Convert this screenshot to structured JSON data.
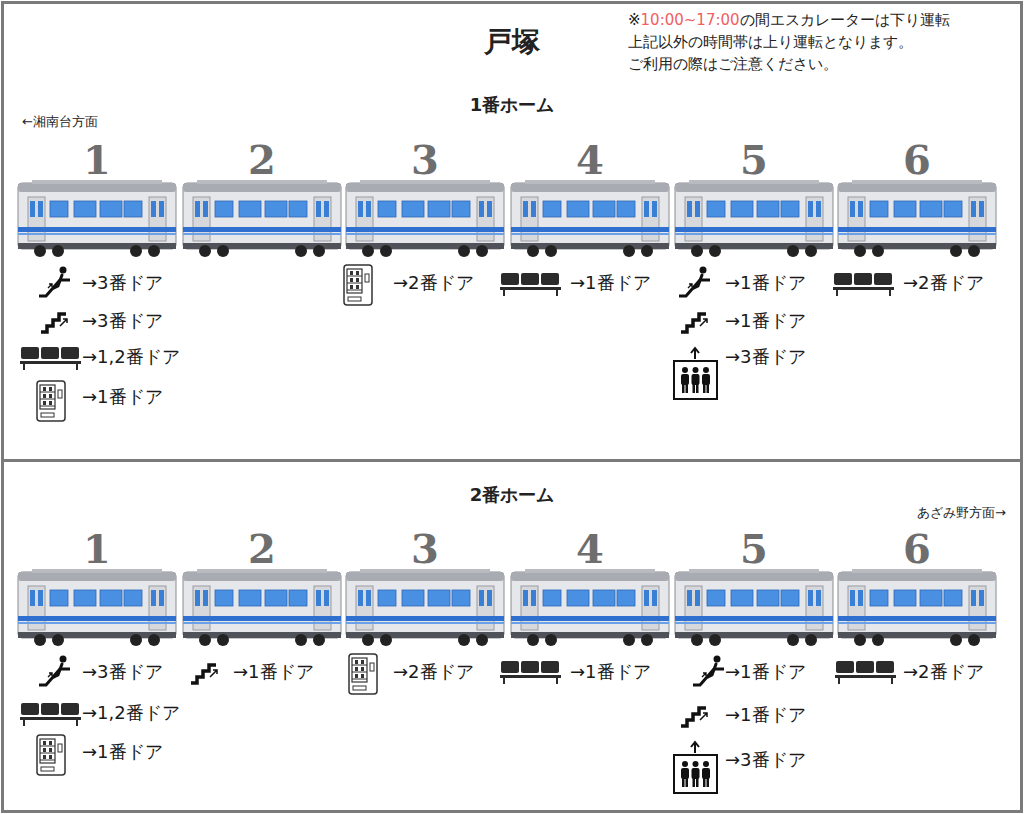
{
  "diagram": {
    "title": "戸塚",
    "nodes": [
      {
        "text": [
          "1番ホーム"
        ]
      },
      {
        "text": [
          "2番ホーム"
        ]
      }
    ],
    "labels": [
      "※",
      "10:00~17:00",
      "の間エスカレーターは下り運転",
      "上記以外の時間帯は上り運転となります。",
      "ご利用の際はご注意ください。",
      "←湘南台方面",
      "1",
      "2",
      "3",
      "4",
      "5",
      "6",
      "→3番ドア",
      "→3番ドア",
      "→1,2番ドア",
      "→1番ドア",
      "→2番ドア",
      "→1番ドア",
      "→1番ドア",
      "→1番ドア",
      "→3番ドア",
      "→2番ドア",
      "あざみ野方面→",
      "1",
      "2",
      "3",
      "4",
      "5",
      "6",
      "→3番ドア",
      "→1,2番ドア",
      "→1番ドア",
      "→1番ドア",
      "→2番ドア",
      "→1番ドア",
      "→1番ドア",
      "→1番ドア",
      "→3番ドア",
      "→2番ドア"
    ]
  }
}
